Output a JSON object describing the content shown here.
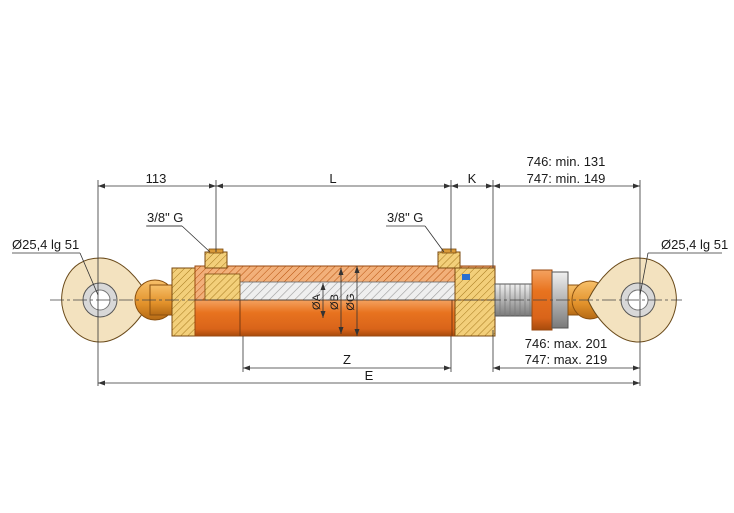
{
  "drawing": {
    "labels": {
      "dim_113": "113",
      "dim_L": "L",
      "dim_K": "K",
      "dim_Z": "Z",
      "dim_E": "E",
      "stroke_min_746": "746: min. 131",
      "stroke_min_747": "747: min. 149",
      "stroke_max_746": "746: max. 201",
      "stroke_max_747": "747: max. 219",
      "port_left": "3/8\" G",
      "port_right": "3/8\" G",
      "eye_left": "Ø25,4  lg 51",
      "eye_right": "Ø25,4  lg 51",
      "dia_A": "ØA",
      "dia_B": "ØB",
      "dia_G": "ØG"
    },
    "colors": {
      "cylinder": "#e8731f",
      "cylinder_dark": "#b8520e",
      "eye_fill": "#f3e2bf",
      "port_fill": "#e0a640",
      "rod_grey": "#b9b9b9"
    }
  }
}
